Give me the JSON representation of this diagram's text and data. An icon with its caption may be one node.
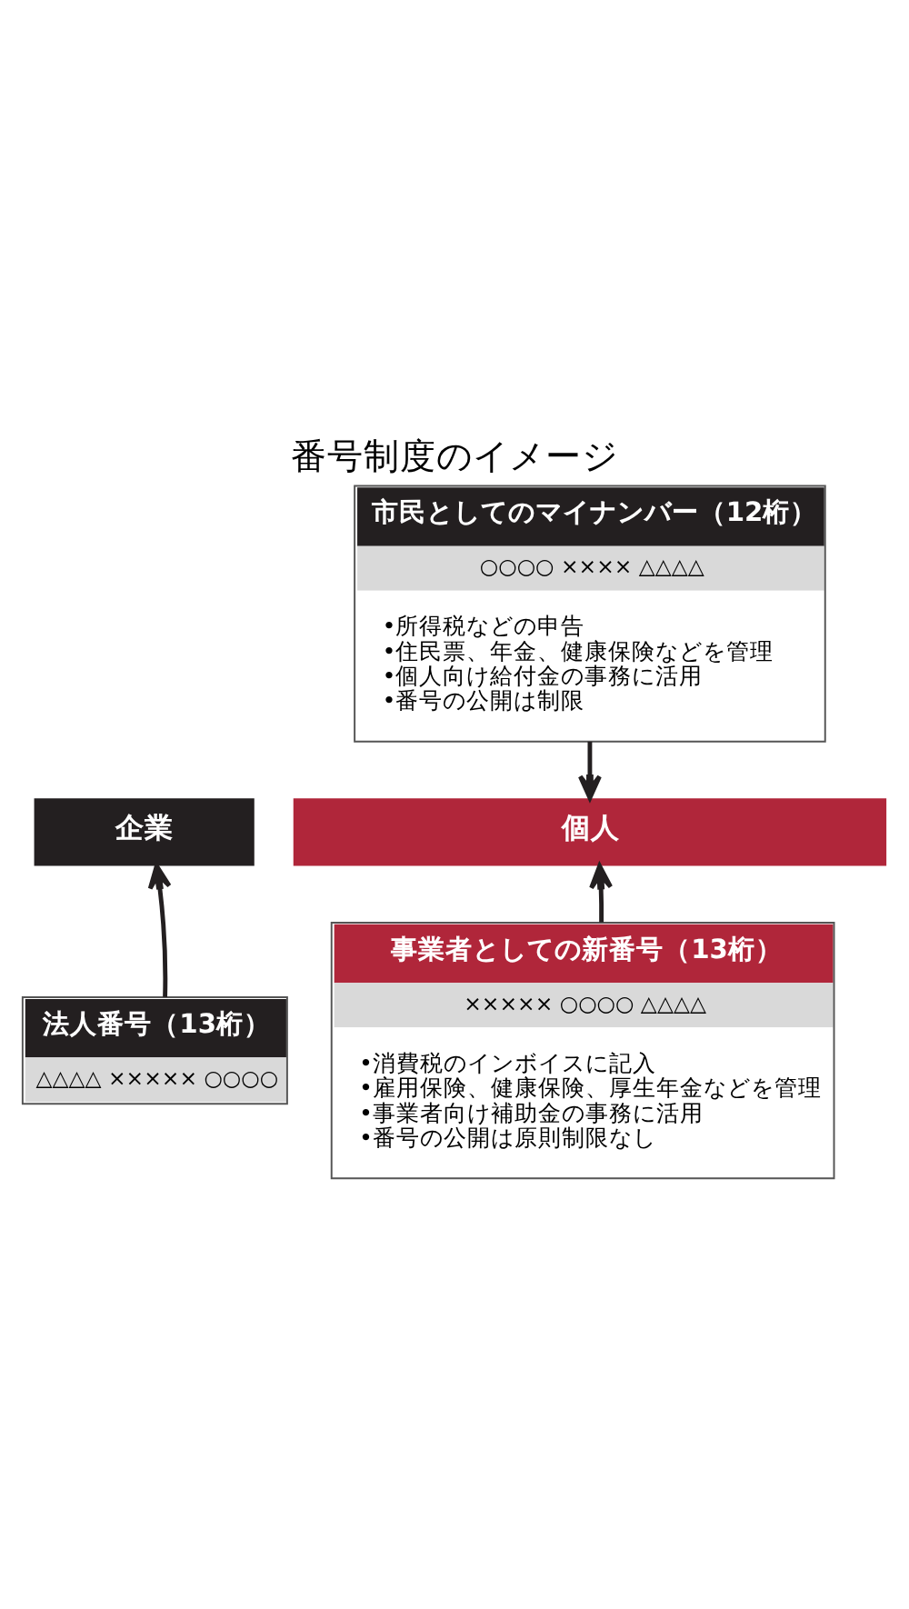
{
  "diagram": {
    "title": "番号制度のイメージ",
    "nodes": [
      {
        "text": [
          "市民としてのマイナンバー（12桁）",
          "○○○○ ×××× △△△△",
          "•所得税などの申告",
          "•住民票、年金、健康保険などを管理",
          "•個人向け給付金の事務に活用",
          "•番号の公開は制限"
        ]
      },
      {
        "text": [
          "企業"
        ]
      },
      {
        "text": [
          "個人"
        ]
      },
      {
        "text": [
          "法人番号（13桁）",
          "△△△△ ××××× ○○○○"
        ]
      },
      {
        "text": [
          "事業者としての新番号（13桁）",
          "××××× ○○○○ △△△△",
          "•消費税のインボイスに記入",
          "•雇用保険、健康保険、厚生年金などを管理",
          "•事業者向け補助金の事務に活用",
          "•番号の公開は原則制限なし"
        ]
      }
    ],
    "edges": [
      {
        "from": 0,
        "to": 2,
        "arrow": "to"
      },
      {
        "from": 3,
        "to": 1,
        "arrow": "to"
      },
      {
        "from": 4,
        "to": 2,
        "arrow": "to"
      }
    ]
  }
}
